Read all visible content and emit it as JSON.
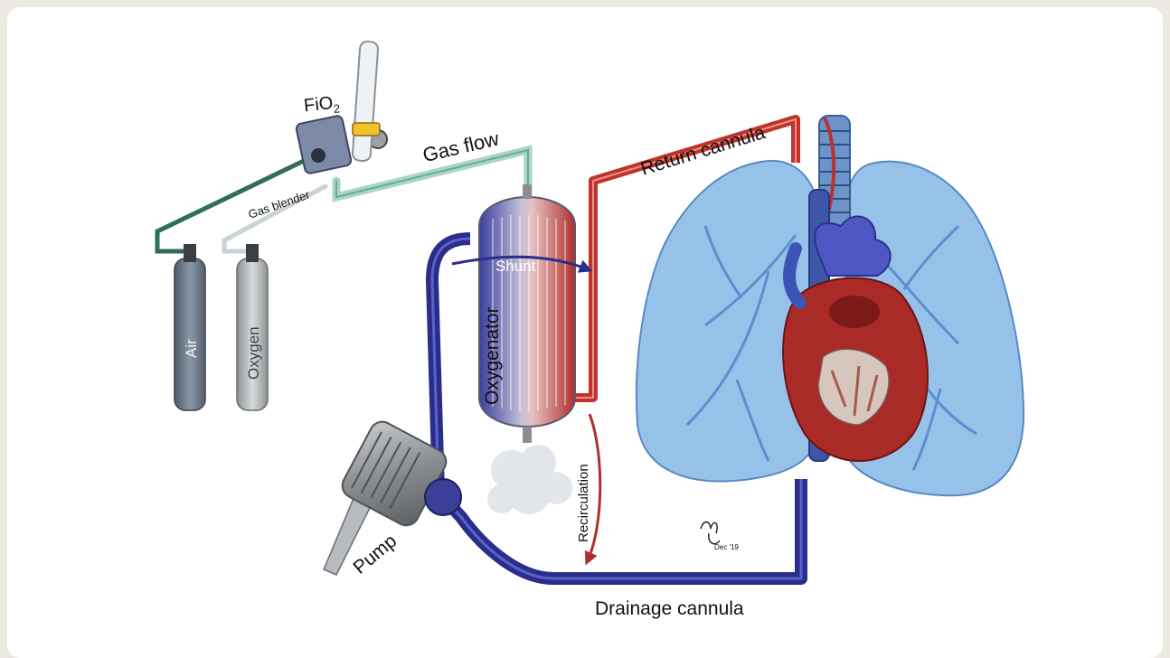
{
  "labels": {
    "fio2_main": "FiO",
    "fio2_sub": "2",
    "gas_blender": "Gas blender",
    "gas_flow": "Gas flow",
    "return_cannula": "Return cannula",
    "air": "Air",
    "oxygen": "Oxygen",
    "oxygenator": "Oxygenator",
    "shunt": "Shunt",
    "pump": "Pump",
    "recirculation": "Recirculation",
    "drainage_cannula": "Drainage cannula"
  },
  "signature": "Dec '19",
  "colors": {
    "venous_blue": "#2a2d8a",
    "arterial_red": "#c0332a",
    "gas_green": "#a8d6c6",
    "lung_blue": "#7fb2e6",
    "tank_gray": "#7a8796"
  }
}
